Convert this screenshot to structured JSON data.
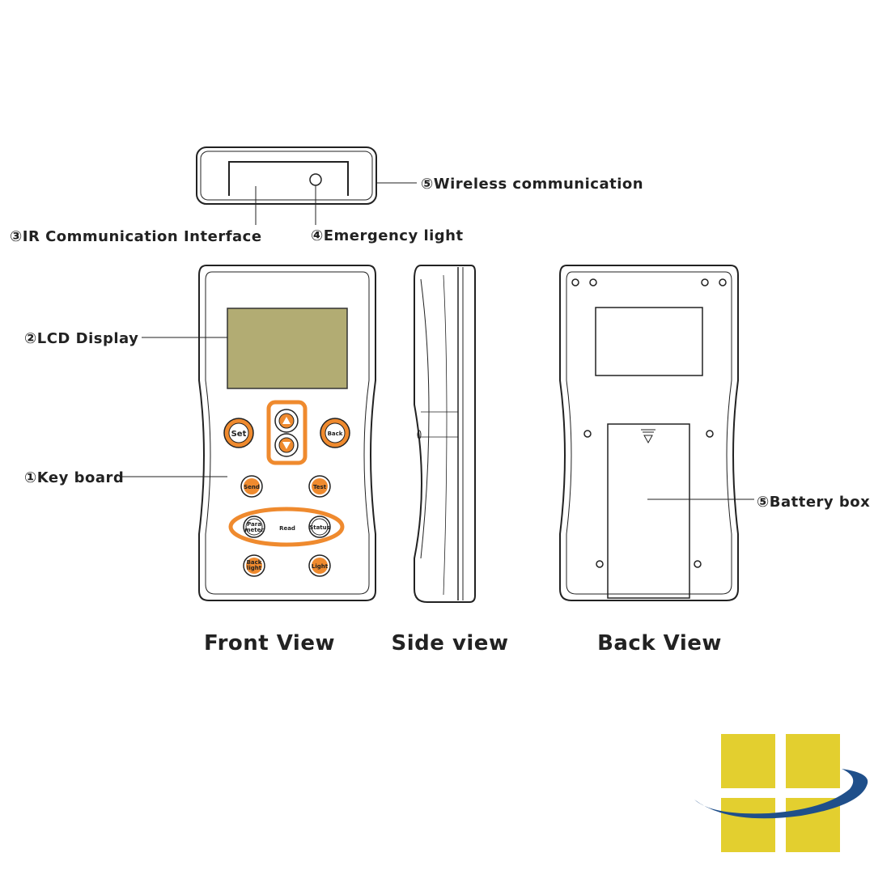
{
  "colors": {
    "accent": "#ef8a2e",
    "lcd": "#b2ac73",
    "logo_yellow": "#e3cf2f",
    "logo_blue": "#1f4f8a"
  },
  "labels": {
    "wireless": "⑤Wireless communication",
    "ir": "③IR Communication Interface",
    "emergency": "④Emergency light",
    "lcd": "②LCD Display",
    "keyboard": "①Key board",
    "battery": "⑤Battery box"
  },
  "buttons": {
    "set": "Set",
    "back": "Back",
    "send": "Send",
    "test": "Test",
    "parameter_1": "Para",
    "parameter_2": "meter",
    "read": "Read",
    "status": "Status",
    "backlight_1": "Back",
    "backlight_2": "light",
    "light": "Light"
  },
  "views": {
    "front": "Front View",
    "side": "Side view",
    "back": "Back View"
  }
}
